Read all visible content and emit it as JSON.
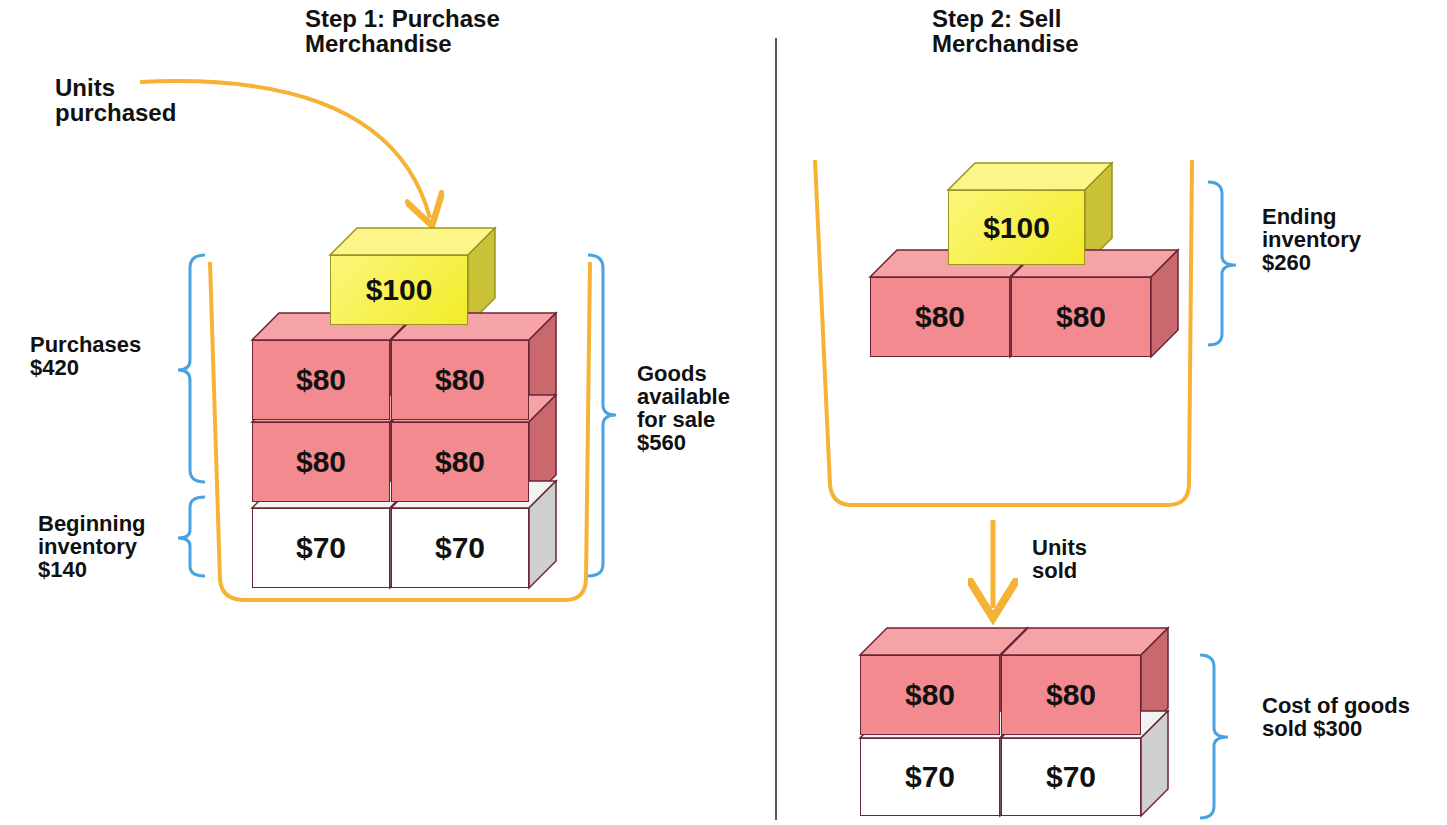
{
  "diagram": {
    "nodes": [
      {
        "text": [
          "$100"
        ]
      },
      {
        "text": [
          "$80"
        ]
      },
      {
        "text": [
          "$80"
        ]
      },
      {
        "text": [
          "$80"
        ]
      },
      {
        "text": [
          "$80"
        ]
      },
      {
        "text": [
          "$70"
        ]
      },
      {
        "text": [
          "$70"
        ]
      },
      {
        "text": [
          "$100"
        ]
      },
      {
        "text": [
          "$80"
        ]
      },
      {
        "text": [
          "$80"
        ]
      },
      {
        "text": [
          "$80"
        ]
      },
      {
        "text": [
          "$80"
        ]
      },
      {
        "text": [
          "$70"
        ]
      },
      {
        "text": [
          "$70"
        ]
      }
    ],
    "labels": [
      "Step 1: Purchase Merchandise",
      "Units purchased",
      "Purchases $420",
      "Beginning inventory $140",
      "Goods available for sale $560",
      "Step 2: Sell Merchandise",
      "Ending inventory $260",
      "Units sold",
      "Cost of goods sold $300"
    ]
  }
}
